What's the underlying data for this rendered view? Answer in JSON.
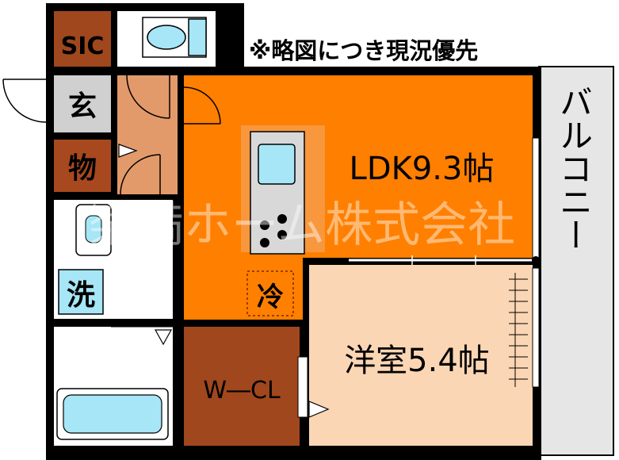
{
  "note": "※略図につき現況優先",
  "watermark": "楽満ホーム株式会社",
  "labels": {
    "sic": "SIC",
    "entrance": "玄",
    "storage": "物",
    "laundry": "洗",
    "fridge": "冷",
    "ldk": "LDK9.3帖",
    "western_room": "洋室5.4帖",
    "walk_in_closet": "W―CL",
    "balcony": "バルコニー"
  },
  "colors": {
    "wall": "#000000",
    "ldk_floor": "#ff7f00",
    "entrance_floor": "#e39a6a",
    "storage_floor": "#a8481e",
    "closet_floor": "#a0471d",
    "room_floor": "#fbd6b4",
    "wet_area": "#ffffff",
    "fixture_blue": "#a6e6f6",
    "balcony_floor": "#e6e6e6",
    "entry_floor": "#d0d0d0"
  }
}
